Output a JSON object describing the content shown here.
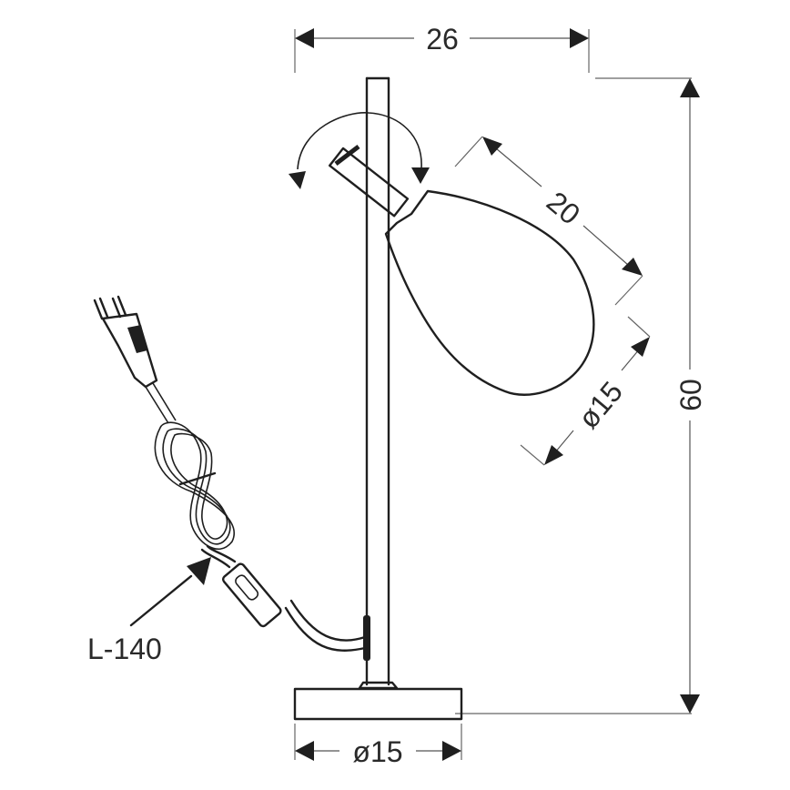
{
  "diagram": {
    "subject": "table lamp technical drawing",
    "units": "cm",
    "dimensions": {
      "overall_width": "26",
      "overall_height": "60",
      "shade_length": "20",
      "shade_diameter": "ø15",
      "base_diameter": "ø15",
      "cable_length": "L-140"
    },
    "annotations": {
      "rotation_indicator": "adjustable head rotation arrows"
    },
    "colors": {
      "line": "#1f1f1f",
      "dimension_line": "#555555",
      "background": "#ffffff"
    }
  }
}
